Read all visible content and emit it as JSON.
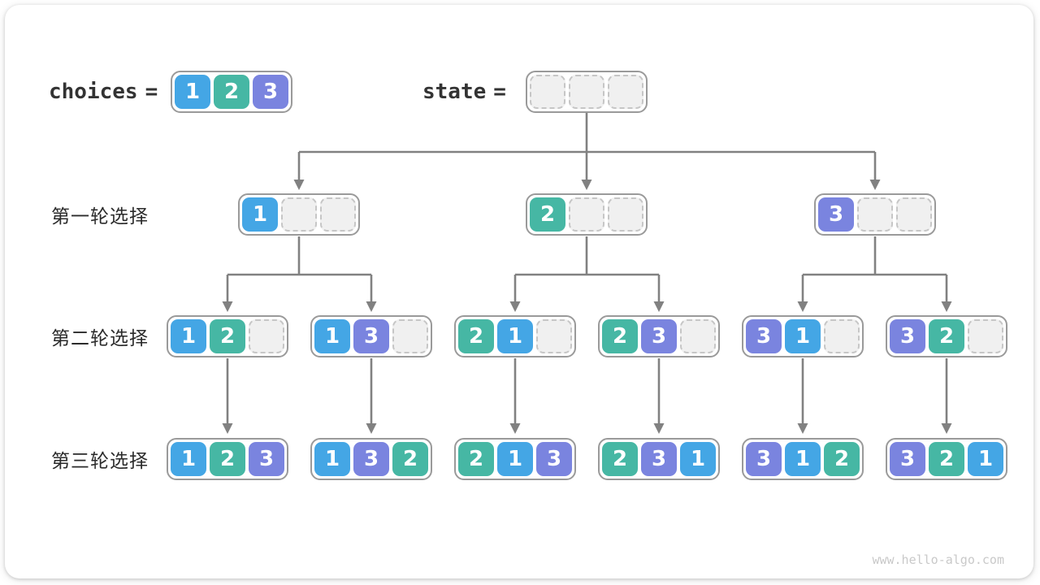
{
  "palette": {
    "c1": "#44A6E5",
    "c2": "#46B7A4",
    "c3": "#7A84DF",
    "empty_fill": "#F0F0F0",
    "empty_border": "#C6C6C6",
    "box_border": "#9A9A9A",
    "arrow": "#818181",
    "label_text": "#333333",
    "watermark_text": "#C9C9C9"
  },
  "header": {
    "choices_label": "choices",
    "equals_sign": "=",
    "choices_cells": [
      1,
      2,
      3
    ],
    "state_label": "state",
    "state_cells": [
      null,
      null,
      null
    ]
  },
  "row_labels": [
    "第一轮选择",
    "第二轮选择",
    "第三轮选择"
  ],
  "tree": {
    "level1": [
      [
        1,
        null,
        null
      ],
      [
        2,
        null,
        null
      ],
      [
        3,
        null,
        null
      ]
    ],
    "level2": [
      [
        1,
        2,
        null
      ],
      [
        1,
        3,
        null
      ],
      [
        2,
        1,
        null
      ],
      [
        2,
        3,
        null
      ],
      [
        3,
        1,
        null
      ],
      [
        3,
        2,
        null
      ]
    ],
    "level3": [
      [
        1,
        2,
        3
      ],
      [
        1,
        3,
        2
      ],
      [
        2,
        1,
        3
      ],
      [
        2,
        3,
        1
      ],
      [
        3,
        1,
        2
      ],
      [
        3,
        2,
        1
      ]
    ]
  },
  "watermark": "www.hello-algo.com"
}
